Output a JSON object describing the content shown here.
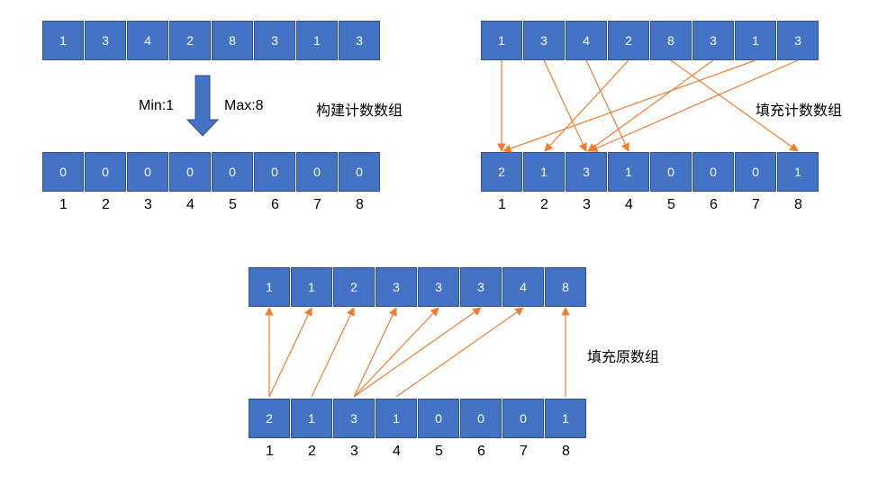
{
  "panel_a": {
    "source": [
      "1",
      "3",
      "4",
      "2",
      "8",
      "3",
      "1",
      "3"
    ],
    "count": [
      "0",
      "0",
      "0",
      "0",
      "0",
      "0",
      "0",
      "0"
    ],
    "indices": [
      "1",
      "2",
      "3",
      "4",
      "5",
      "6",
      "7",
      "8"
    ],
    "min_label": "Min:1",
    "max_label": "Max:8",
    "caption": "构建计数数组"
  },
  "panel_b": {
    "source": [
      "1",
      "3",
      "4",
      "2",
      "8",
      "3",
      "1",
      "3"
    ],
    "count": [
      "2",
      "1",
      "3",
      "1",
      "0",
      "0",
      "0",
      "1"
    ],
    "indices": [
      "1",
      "2",
      "3",
      "4",
      "5",
      "6",
      "7",
      "8"
    ],
    "caption": "填充计数数组"
  },
  "panel_c": {
    "result": [
      "1",
      "1",
      "2",
      "3",
      "3",
      "3",
      "4",
      "8"
    ],
    "count": [
      "2",
      "1",
      "3",
      "1",
      "0",
      "0",
      "0",
      "1"
    ],
    "indices": [
      "1",
      "2",
      "3",
      "4",
      "5",
      "6",
      "7",
      "8"
    ],
    "caption": "填充原数组"
  },
  "colors": {
    "cell_fill": "#4472C4",
    "cell_border": "#2F528F",
    "arrow": "#ED7D31"
  }
}
